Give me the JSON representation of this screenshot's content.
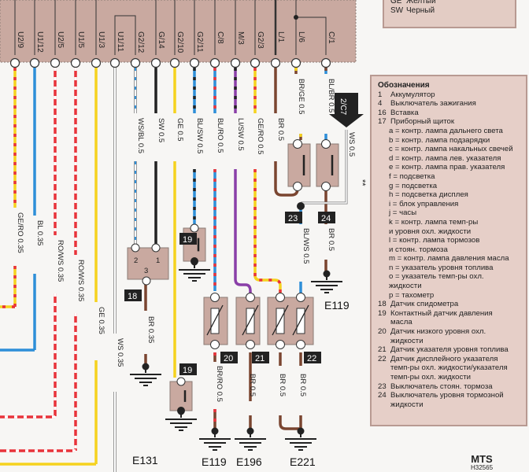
{
  "colors_legend": [
    {
      "code": "GE",
      "name": "Желтый"
    },
    {
      "code": "SW",
      "name": "Черный"
    }
  ],
  "connector_pins": [
    "U2/9",
    "U1/12",
    "U2/5",
    "U1/5",
    "U1/3",
    "U1/11",
    "G2/12",
    "G/14",
    "G2/10",
    "G2/11",
    "C/8",
    "M/3",
    "G2/3",
    "L/1",
    "L/6",
    "C/1"
  ],
  "wires": [
    {
      "pin": "U2/9",
      "label": "GE/RO 0.35",
      "color": "#f5d21e",
      "stripe": "#e8323a"
    },
    {
      "pin": "U1/12",
      "label": "BL 0.35",
      "color": "#2e8fd8",
      "stripe": null
    },
    {
      "pin": "U2/5",
      "label": "RO/WS 0.35",
      "color": "#e8323a",
      "stripe": "#ffffff"
    },
    {
      "pin": "U1/5",
      "label": "RO/WS 0.35",
      "color": "#e8323a",
      "stripe": "#ffffff"
    },
    {
      "pin": "U1/3",
      "label": "GE 0.35",
      "color": "#f5d21e",
      "stripe": null
    },
    {
      "pin": "U1/11",
      "label": "WS 0.35",
      "color": "#ffffff",
      "stripe": null
    },
    {
      "pin": "G2/12",
      "label": "WS/BL 0.5",
      "color": "#ffffff",
      "stripe": "#2e8fd8"
    },
    {
      "pin": "G/14",
      "label": "SW 0.5",
      "color": "#222222",
      "stripe": null
    },
    {
      "pin": "G2/10",
      "label": "GE 0.5",
      "color": "#f5d21e",
      "stripe": null
    },
    {
      "pin": "G2/11",
      "label": "BL/SW 0.5",
      "color": "#2e8fd8",
      "stripe": "#222222"
    },
    {
      "pin": "C/8",
      "label": "BL/RO 0.5",
      "color": "#2e8fd8",
      "stripe": "#e8323a"
    },
    {
      "pin": "M/3",
      "label": "LI/SW 0.5",
      "color": "#8a3fa8",
      "stripe": "#222222"
    },
    {
      "pin": "G2/3",
      "label": "GE/RO 0.5",
      "color": "#f5d21e",
      "stripe": "#e8323a"
    },
    {
      "pin": "L/1",
      "label": "BR 0.5",
      "color": "#7a4530",
      "stripe": null
    },
    {
      "pin": "L/6",
      "label": "BR/GE 0.5",
      "color": "#7a4530",
      "stripe": "#f5d21e"
    },
    {
      "pin": "C/1",
      "label": "BL/BR 0.5",
      "color": "#2e8fd8",
      "stripe": "#7a4530"
    }
  ],
  "lower_wires": {
    "w18": "BR 0.35",
    "w20": "BR/RO 0.5",
    "w21": "BR 0.5",
    "w22a": "BR 0.5",
    "w22b": "BR 0.5",
    "w24": "BR 0.5",
    "w23": "BL/WS 0.5",
    "ws": "WS 0.5"
  },
  "arrow_ref": "2/C7",
  "footnote_mark": "**",
  "component_numbers": [
    "18",
    "19",
    "19",
    "20",
    "21",
    "22",
    "23",
    "24"
  ],
  "sensor18_pins": [
    "2",
    "1",
    "3"
  ],
  "grounds": [
    "E131",
    "E119",
    "E196",
    "E221"
  ],
  "e119_label": "E119",
  "legend": {
    "title": "Обозначения",
    "items": [
      {
        "num": "1",
        "text": "Аккумулятор"
      },
      {
        "num": "4",
        "text": "Выключатель зажигания"
      },
      {
        "num": "16",
        "text": "Вставка"
      },
      {
        "num": "17",
        "text": "Приборный щиток"
      }
    ],
    "sub_items": [
      "a = контр. лампа дальнего света",
      "b = контр. лампа подзарядки",
      "c = контр. лампа накальных свечей",
      "d = контр. лампа лев. указателя",
      "e = контр. лампа прав. указателя",
      "f = подсветка",
      "g = подсветка",
      "h = подсветка дисплея",
      "i = блок управления",
      "j = часы",
      "k = контр. лампа темп-ры",
      "и уровня охл. жидкости",
      "l = контр. лампа тормозов",
      "и стоян. тормоза",
      "m = контр. лампа давления масла",
      "n = указатель уровня топлива",
      "o = указатель темп-ры охл.",
      "жидкости",
      "p = тахометр"
    ],
    "items2": [
      {
        "num": "18",
        "text": "Датчик спидометра"
      },
      {
        "num": "19",
        "text": "Контактный датчик давления"
      },
      {
        "num": "",
        "text": "масла"
      },
      {
        "num": "20",
        "text": "Датчик низкого уровня охл."
      },
      {
        "num": "",
        "text": "жидкости"
      },
      {
        "num": "21",
        "text": "Датчик указателя уровня топлива"
      },
      {
        "num": "22",
        "text": "Датчик дисплейного указателя"
      },
      {
        "num": "",
        "text": "темп-ры охл. жидкости/указателя"
      },
      {
        "num": "",
        "text": "темп-ры охл. жидкости"
      },
      {
        "num": "23",
        "text": "Выключатель стоян. тормоза"
      },
      {
        "num": "24",
        "text": "Выключатель уровня тормозной"
      },
      {
        "num": "",
        "text": "жидкости"
      }
    ]
  },
  "footer": {
    "brand": "MTS",
    "code": "H32565"
  }
}
